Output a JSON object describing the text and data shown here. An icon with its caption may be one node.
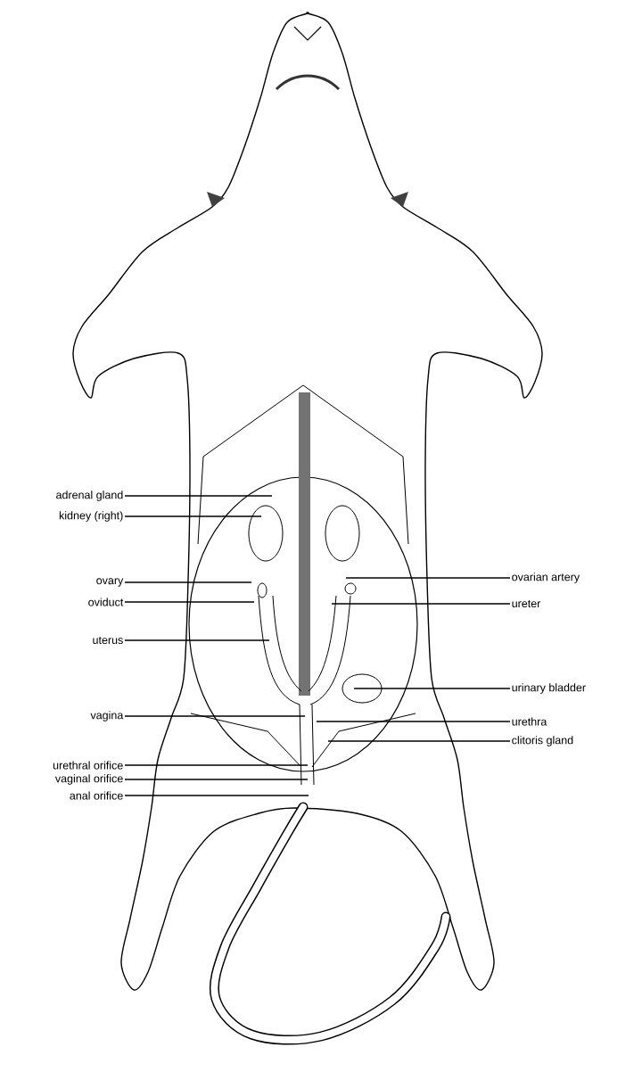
{
  "diagram": {
    "nodes": [
      {
        "text": [
          "adrenal gland"
        ]
      },
      {
        "text": [
          "kidney (right)"
        ]
      },
      {
        "text": [
          "ovary"
        ]
      },
      {
        "text": [
          "oviduct"
        ]
      },
      {
        "text": [
          "uterus"
        ]
      },
      {
        "text": [
          "vagina"
        ]
      },
      {
        "text": [
          "urethral orifice"
        ]
      },
      {
        "text": [
          "vaginal orifice"
        ]
      },
      {
        "text": [
          "anal orifice"
        ]
      },
      {
        "text": [
          "ovarian artery"
        ]
      },
      {
        "text": [
          "ureter"
        ]
      },
      {
        "text": [
          "urinary bladder"
        ]
      },
      {
        "text": [
          "urethra"
        ]
      },
      {
        "text": [
          "clitoris gland"
        ]
      }
    ],
    "edges": [
      {
        "from": 0,
        "to": null,
        "arrow": "none"
      },
      {
        "from": 1,
        "to": null,
        "arrow": "none"
      },
      {
        "from": 2,
        "to": null,
        "arrow": "none"
      },
      {
        "from": 3,
        "to": null,
        "arrow": "none"
      },
      {
        "from": 4,
        "to": null,
        "arrow": "none"
      },
      {
        "from": 5,
        "to": null,
        "arrow": "none"
      },
      {
        "from": 6,
        "to": null,
        "arrow": "none"
      },
      {
        "from": 7,
        "to": null,
        "arrow": "none"
      },
      {
        "from": 8,
        "to": null,
        "arrow": "none"
      },
      {
        "from": 9,
        "to": null,
        "arrow": "none"
      },
      {
        "from": 10,
        "to": null,
        "arrow": "none"
      },
      {
        "from": 11,
        "to": null,
        "arrow": "none"
      },
      {
        "from": 12,
        "to": null,
        "arrow": "none"
      },
      {
        "from": 13,
        "to": null,
        "arrow": "none"
      }
    ]
  }
}
